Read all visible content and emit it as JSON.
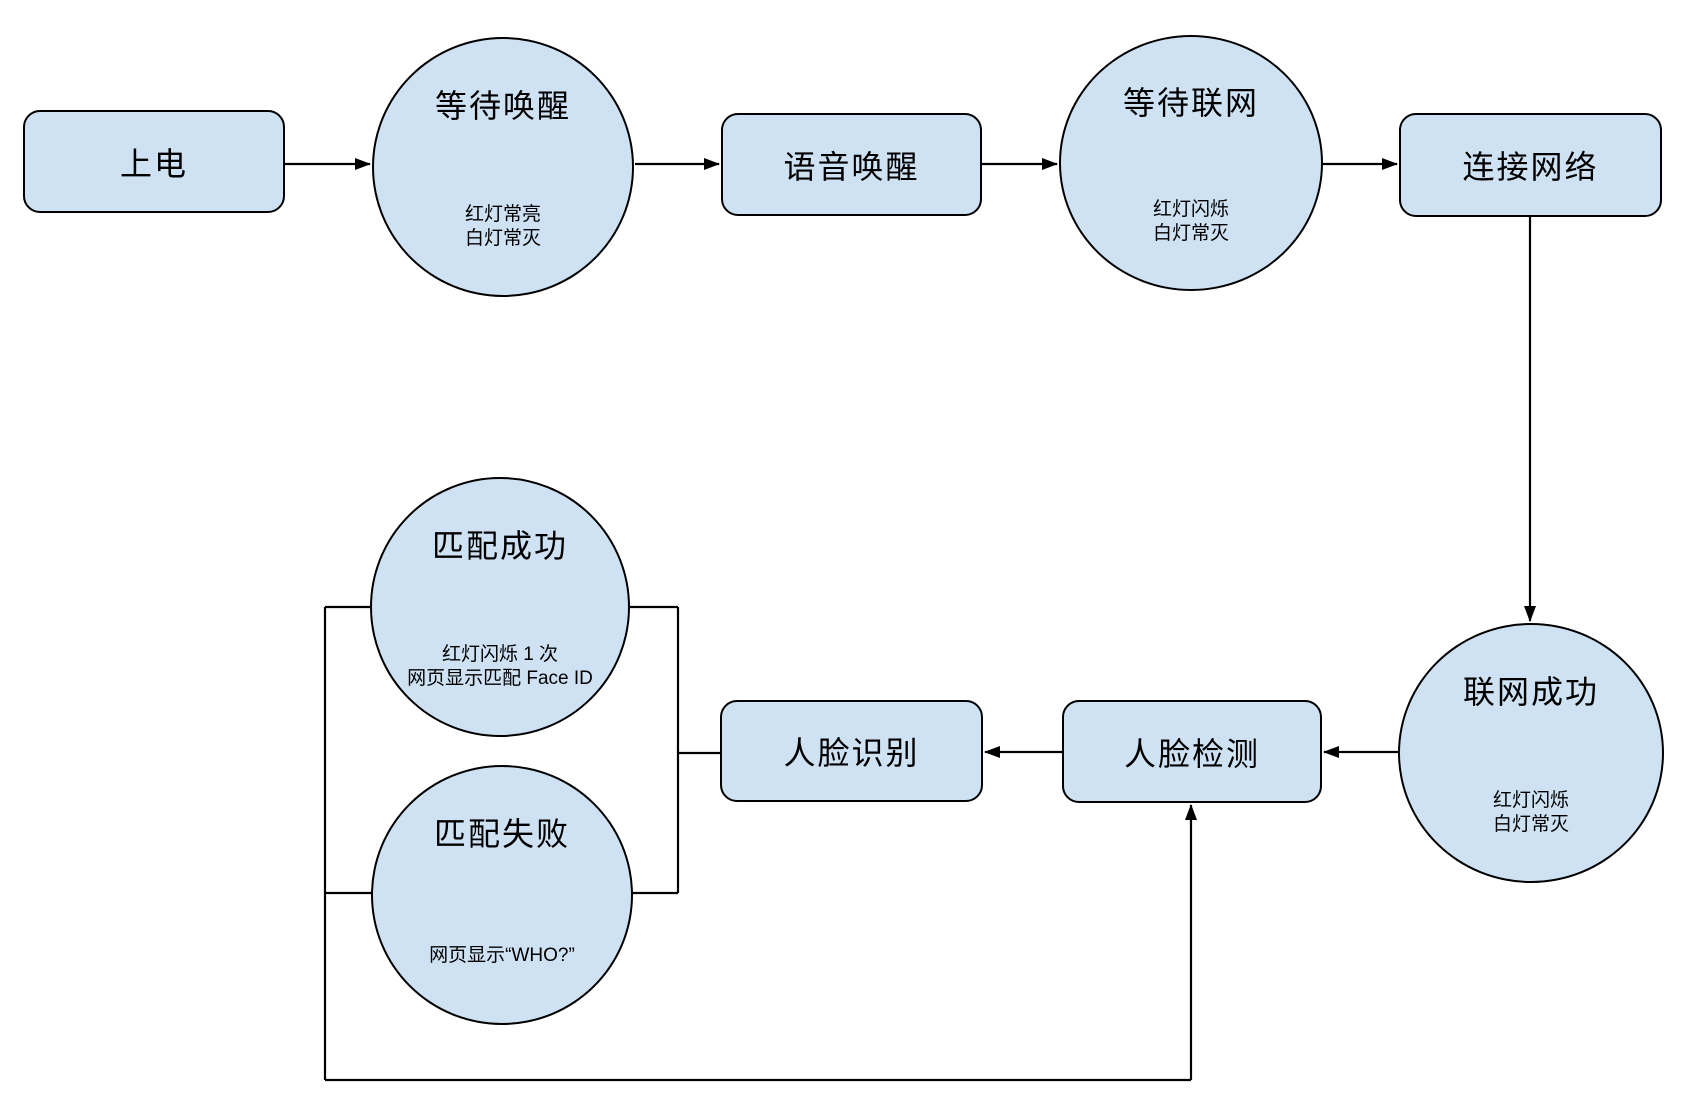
{
  "diagram": {
    "type": "flowchart",
    "background": "#ffffff",
    "colors": {
      "node_fill": "#cfe2f3",
      "node_stroke": "#000000",
      "connector": "#000000",
      "text": "#000000"
    },
    "nodes": {
      "power_on": {
        "shape": "rect",
        "label": "上电"
      },
      "wait_wake": {
        "shape": "ellipse",
        "label": "等待唤醒",
        "sub1": "红灯常亮",
        "sub2": "白灯常灭"
      },
      "voice_wake": {
        "shape": "rect",
        "label": "语音唤醒"
      },
      "wait_network": {
        "shape": "ellipse",
        "label": "等待联网",
        "sub1": "红灯闪烁",
        "sub2": "白灯常灭"
      },
      "connect_network": {
        "shape": "rect",
        "label": "连接网络"
      },
      "network_success": {
        "shape": "ellipse",
        "label": "联网成功",
        "sub1": "红灯闪烁",
        "sub2": "白灯常灭"
      },
      "face_detect": {
        "shape": "rect",
        "label": "人脸检测"
      },
      "face_recognize": {
        "shape": "rect",
        "label": "人脸识别"
      },
      "match_success": {
        "shape": "ellipse",
        "label": "匹配成功",
        "sub1": "红灯闪烁 1 次",
        "sub2": "网页显示匹配 Face ID"
      },
      "match_fail": {
        "shape": "ellipse",
        "label": "匹配失败",
        "sub1": "网页显示“WHO?”"
      }
    },
    "edges": [
      {
        "from": "power_on",
        "to": "wait_wake",
        "directed": true
      },
      {
        "from": "wait_wake",
        "to": "voice_wake",
        "directed": true
      },
      {
        "from": "voice_wake",
        "to": "wait_network",
        "directed": true
      },
      {
        "from": "wait_network",
        "to": "connect_network",
        "directed": true
      },
      {
        "from": "connect_network",
        "to": "network_success",
        "directed": true
      },
      {
        "from": "network_success",
        "to": "face_detect",
        "directed": true
      },
      {
        "from": "face_detect",
        "to": "face_recognize",
        "directed": true
      },
      {
        "from": "face_recognize",
        "to": "match_success",
        "directed": false
      },
      {
        "from": "face_recognize",
        "to": "match_fail",
        "directed": false
      },
      {
        "from": "match_success",
        "to": "face_detect",
        "directed": true,
        "via": "loop-bottom"
      },
      {
        "from": "match_fail",
        "to": "face_detect",
        "directed": true,
        "via": "loop-bottom"
      }
    ]
  }
}
